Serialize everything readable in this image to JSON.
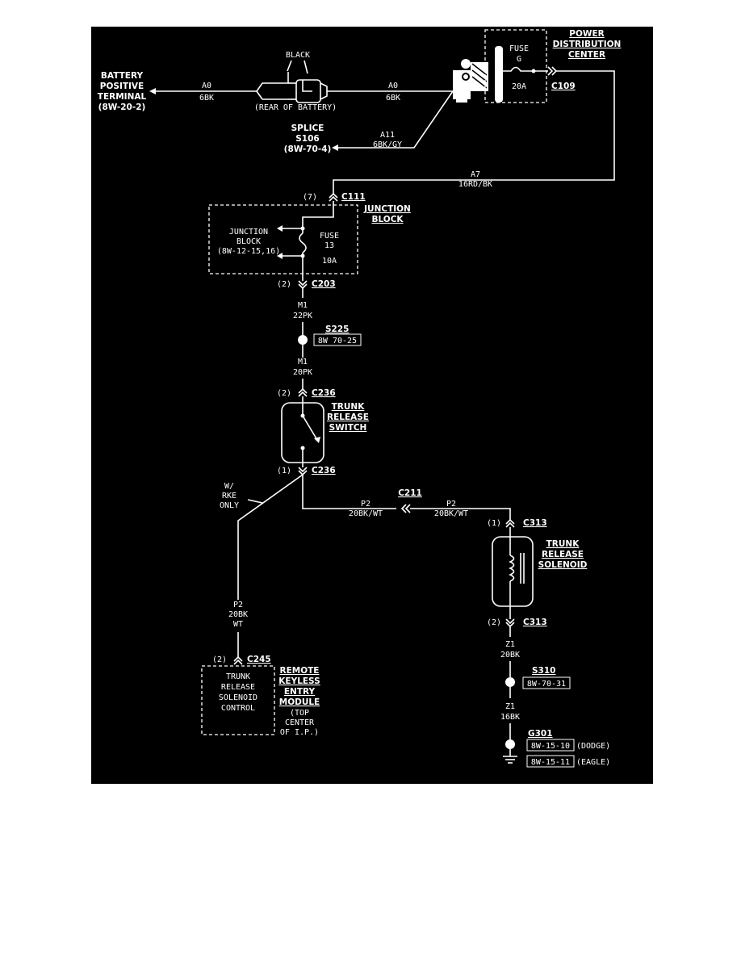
{
  "figure_id": "958W-11",
  "battery": {
    "lines": [
      "BATTERY",
      "POSITIVE",
      "TERMINAL",
      "(8W-20-2)"
    ]
  },
  "battery_post": {
    "top_label": "BLACK",
    "caption": "(REAR OF BATTERY)"
  },
  "wires": {
    "a0_left": {
      "circuit": "A0",
      "gauge_color": "6BK"
    },
    "a0_right": {
      "circuit": "A0",
      "gauge_color": "6BK"
    },
    "a11": {
      "circuit": "A11",
      "gauge_color": "6BK/GY"
    },
    "a7": {
      "circuit": "A7",
      "gauge_color": "16RD/BK"
    },
    "m1_upper": {
      "circuit": "M1",
      "gauge_color": "22PK"
    },
    "m1_lower": {
      "circuit": "M1",
      "gauge_color": "20PK"
    },
    "p2_left": {
      "circuit": "P2",
      "gauge_color": "20BK/WT"
    },
    "p2_right": {
      "circuit": "P2",
      "gauge_color": "20BK/WT"
    },
    "p2_rke": {
      "circuit": "P2",
      "gauge_color_lines": [
        "20BK",
        "WT"
      ]
    },
    "z1_upper": {
      "circuit": "Z1",
      "gauge_color": "20BK"
    },
    "z1_lower": {
      "circuit": "Z1",
      "gauge_color": "16BK"
    }
  },
  "splice_s106": {
    "lines": [
      "SPLICE",
      "S106",
      "(8W-70-4)"
    ]
  },
  "pdc": {
    "title_lines": [
      "POWER",
      "DISTRIBUTION",
      "CENTER"
    ],
    "fuse_label": "FUSE",
    "fuse_id": "G",
    "fuse_rating": "20A",
    "connector": "C109"
  },
  "junction_block": {
    "title_lines": [
      "JUNCTION",
      "BLOCK"
    ],
    "inner_lines": [
      "JUNCTION",
      "BLOCK",
      "(8W-12-15,16)"
    ],
    "fuse_label": "FUSE",
    "fuse_id": "13",
    "fuse_rating": "10A",
    "in_pin": "(7)",
    "in_connector": "C111",
    "out_pin": "(2)",
    "out_connector": "C203"
  },
  "splice_s225": {
    "name": "S225",
    "ref": "8W 70-25"
  },
  "trunk_switch": {
    "title_lines": [
      "TRUNK",
      "RELEASE",
      "SWITCH"
    ],
    "top_pin": "(2)",
    "top_connector": "C236",
    "bottom_pin": "(1)",
    "bottom_connector": "C236"
  },
  "rke_note": {
    "lines": [
      "W/",
      "RKE",
      "ONLY"
    ]
  },
  "inline_connector": {
    "name": "C211"
  },
  "trunk_solenoid": {
    "title_lines": [
      "TRUNK",
      "RELEASE",
      "SOLENOID"
    ],
    "top_pin": "(1)",
    "top_connector": "C313",
    "bottom_pin": "(2)",
    "bottom_connector": "C313"
  },
  "rke_module": {
    "title_lines": [
      "REMOTE",
      "KEYLESS",
      "ENTRY",
      "MODULE"
    ],
    "location_lines": [
      "(TOP",
      "CENTER",
      "OF I.P.)"
    ],
    "inner_lines": [
      "TRUNK",
      "RELEASE",
      "SOLENOID",
      "CONTROL"
    ],
    "pin": "(2)",
    "connector": "C245"
  },
  "splice_s310": {
    "name": "S310",
    "ref": "8W-70-31"
  },
  "ground_g301": {
    "name": "G301",
    "refs": [
      {
        "ref": "8W-15-10",
        "note": "(DODGE)"
      },
      {
        "ref": "8W-15-11",
        "note": "(EAGLE)"
      }
    ]
  }
}
